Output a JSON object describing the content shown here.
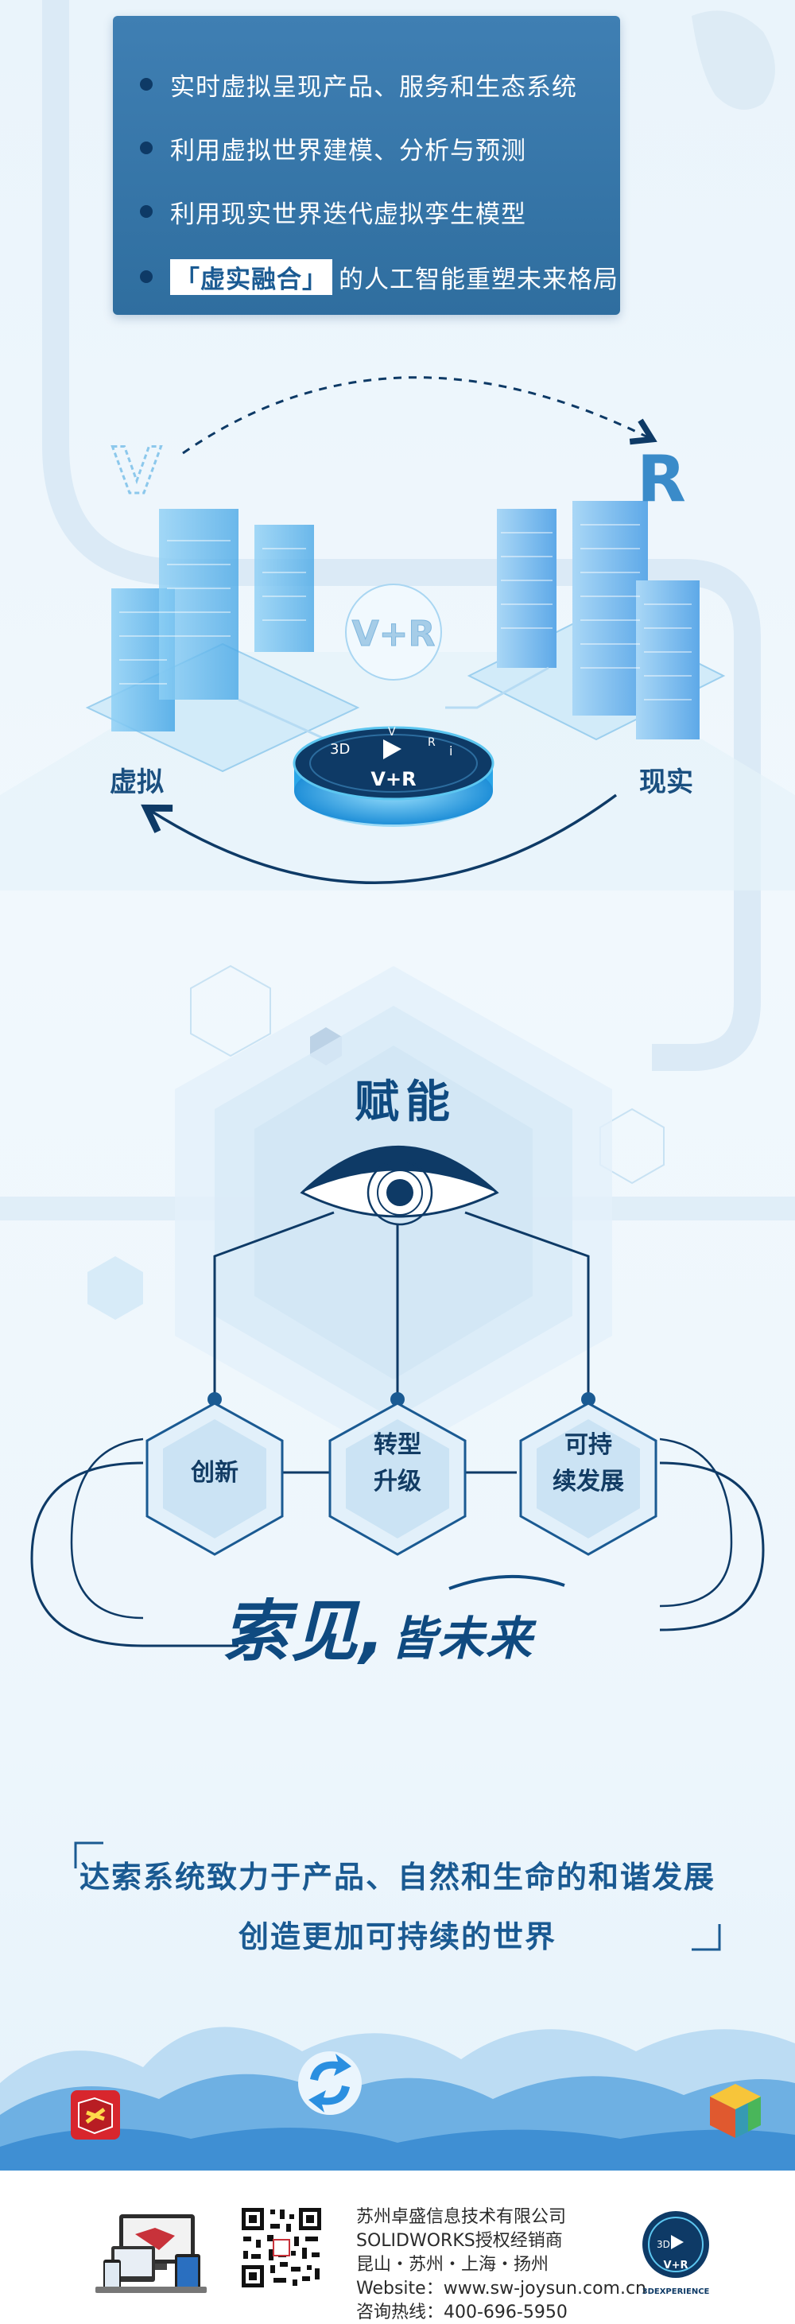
{
  "bullets": [
    "实时虚拟呈现产品、服务和生态系统",
    "利用虚拟世界建模、分析与预测",
    "利用现实世界迭代虚拟孪生模型"
  ],
  "bullet4": {
    "highlight": "「虚实融合」",
    "rest": "的人工智能重塑未来格局"
  },
  "diagram": {
    "v_letter": "V",
    "r_letter": "R",
    "vr_bubble": "V+R",
    "label_virtual": "虚拟",
    "label_real": "现实",
    "disc_3d": "3D",
    "disc_v": "V",
    "disc_r": "R",
    "disc_i": "i",
    "disc_vr": "V+R"
  },
  "empower": {
    "title": "赋能",
    "hex1": "创新",
    "hex2_line1": "转型",
    "hex2_line2": "升级",
    "hex3_line1": "可持",
    "hex3_line2": "续发展"
  },
  "slogan": {
    "main": "索见,",
    "tail": "皆未来"
  },
  "mission": {
    "line1": "达索系统致力于产品、自然和生命的和谐发展",
    "line2": "创造更加可持续的世界"
  },
  "footer": {
    "company": "苏州卓盛信息技术有限公司",
    "dealer": "SOLIDWORKS授权经销商",
    "cities": "昆山・苏州・上海・扬州",
    "website": "Website：www.sw-joysun.com.cn",
    "hotline": "咨询热线：400-696-5950",
    "logo_3dx": "3DEXPERIENCE",
    "logo_3dx_3d": "3D",
    "logo_3dx_vr": "V+R"
  },
  "colors": {
    "primary_dark": "#0e3a66",
    "primary": "#1a5a92",
    "box_blue": "#3f7fb3",
    "light_blue": "#bfe0f5",
    "accent_cyan": "#5cc6f0"
  }
}
